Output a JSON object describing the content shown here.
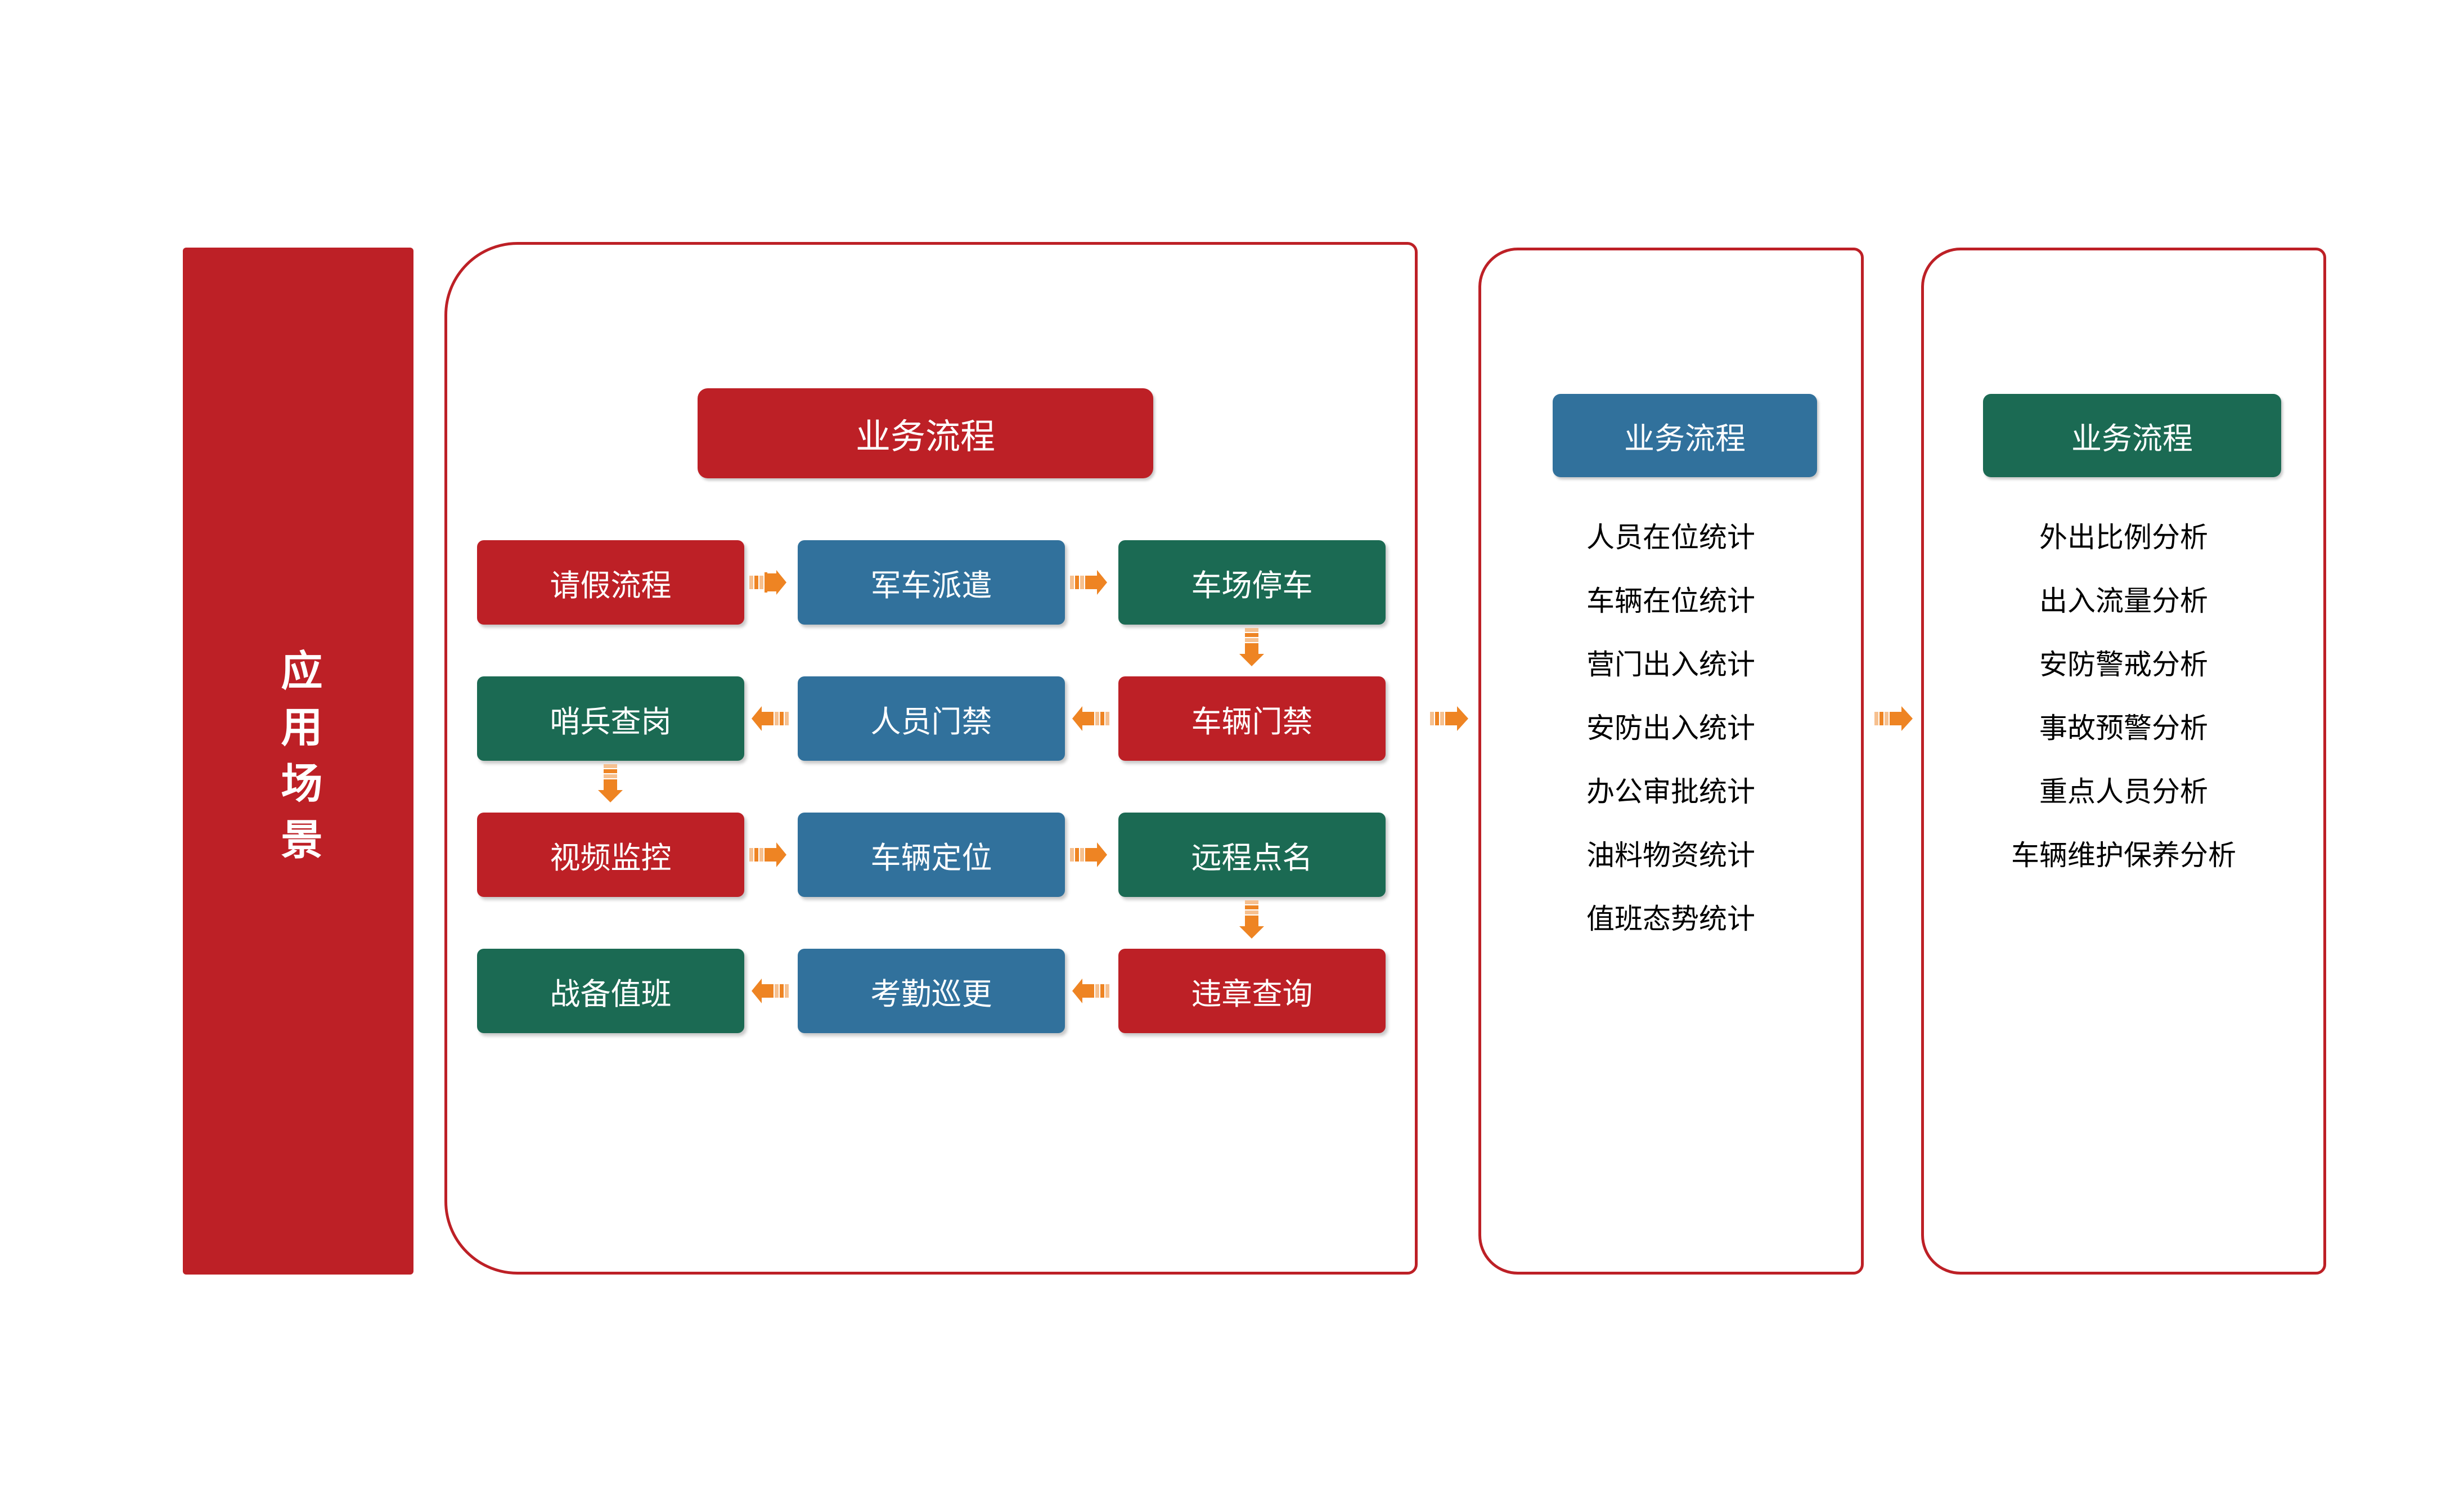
{
  "colors": {
    "red": "#bd2026",
    "blue": "#31719c",
    "green": "#1b6a53",
    "orange": "#ee8423",
    "white": "#ffffff"
  },
  "scenario_banner": {
    "label": "应用场景"
  },
  "flow_panel": {
    "header": "业务流程",
    "rows": [
      {
        "direction": "right",
        "cells": [
          {
            "label": "请假流程",
            "color": "red"
          },
          {
            "label": "军车派遣",
            "color": "blue"
          },
          {
            "label": "车场停车",
            "color": "green"
          }
        ]
      },
      {
        "direction": "left",
        "cells": [
          {
            "label": "哨兵查岗",
            "color": "green"
          },
          {
            "label": "人员门禁",
            "color": "blue"
          },
          {
            "label": "车辆门禁",
            "color": "red"
          }
        ]
      },
      {
        "direction": "right",
        "cells": [
          {
            "label": "视频监控",
            "color": "red"
          },
          {
            "label": "车辆定位",
            "color": "blue"
          },
          {
            "label": "远程点名",
            "color": "green"
          }
        ]
      },
      {
        "direction": "left",
        "cells": [
          {
            "label": "战备值班",
            "color": "green"
          },
          {
            "label": "考勤巡更",
            "color": "blue"
          },
          {
            "label": "违章查询",
            "color": "red"
          }
        ]
      }
    ],
    "connector_icons": {
      "right": "arrow-right-icon",
      "left": "arrow-left-icon",
      "down": "arrow-down-icon"
    }
  },
  "stats_panel": {
    "header": "业务流程",
    "items": [
      "人员在位统计",
      "车辆在位统计",
      "营门出入统计",
      "安防出入统计",
      "办公审批统计",
      "油料物资统计",
      "值班态势统计"
    ]
  },
  "analysis_panel": {
    "header": "业务流程",
    "items": [
      "外出比例分析",
      "出入流量分析",
      "安防警戒分析",
      "事故预警分析",
      "重点人员分析",
      "车辆维护保养分析"
    ]
  },
  "panel_connectors": [
    {
      "icon": "arrow-right-icon",
      "from": "flow_panel",
      "to": "stats_panel"
    },
    {
      "icon": "arrow-right-icon",
      "from": "stats_panel",
      "to": "analysis_panel"
    }
  ]
}
